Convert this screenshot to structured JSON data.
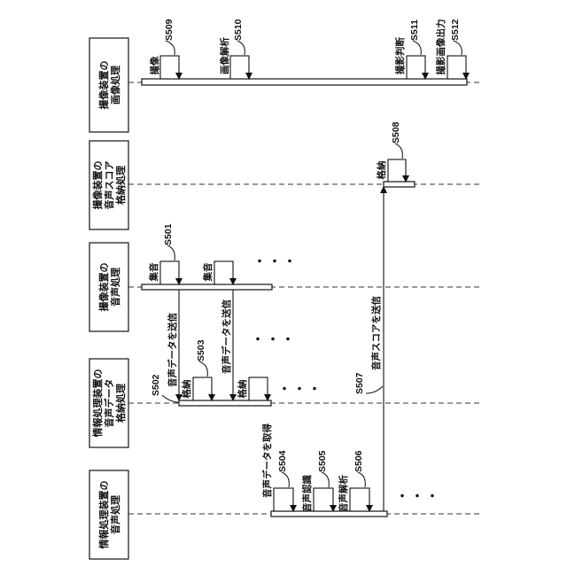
{
  "lanes": [
    {
      "id": "img",
      "lines": [
        "撮像装置の",
        "画像処理"
      ]
    },
    {
      "id": "score",
      "lines": [
        "撮像装置の",
        "音声スコア",
        "格納処理"
      ]
    },
    {
      "id": "snd",
      "lines": [
        "撮像装置の",
        "音声処理"
      ]
    },
    {
      "id": "store",
      "lines": [
        "情報処理装置の",
        "音声データ",
        "格納処理"
      ]
    },
    {
      "id": "proc",
      "lines": [
        "情報処理装置の",
        "音声処理"
      ]
    }
  ],
  "labels": {
    "satsuzo": "撮像",
    "gazo_kaiseki": "画像解析",
    "satsuei_handan": "撮影判断",
    "satsuei_gazo_shutsuryoku": "撮影画像出力",
    "kakuno": "格納",
    "shuon": "集音",
    "send_audio": "音声データを送信",
    "send_score": "音声スコアを送信",
    "get_audio": "音声データを取得",
    "onsei_ninshiki": "音声認識",
    "onsei_kaiseki": "音声解析",
    "ellipsis": "・・・"
  },
  "steps": {
    "s501": "S501",
    "s502": "S502",
    "s503": "S503",
    "s504": "S504",
    "s505": "S505",
    "s506": "S506",
    "s507": "S507",
    "s508": "S508",
    "s509": "S509",
    "s510": "S510",
    "s511": "S511",
    "s512": "S512"
  }
}
